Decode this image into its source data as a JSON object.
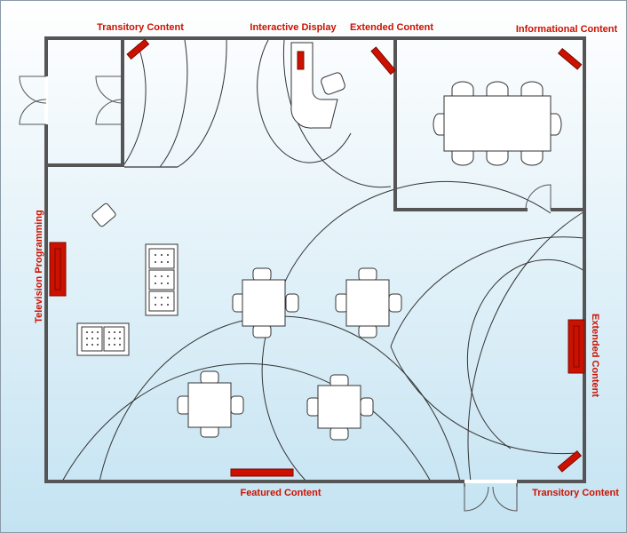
{
  "labels": {
    "transitory_top": "Transitory Content",
    "interactive_display": "Interactive Display",
    "extended_top": "Extended Content",
    "informational": "Informational Content",
    "television": "Television Programming",
    "extended_right": "Extended Content",
    "featured": "Featured Content",
    "transitory_bottom": "Transitory Content"
  },
  "colors": {
    "background_top": "#ffffff",
    "background_bottom": "#c4e3f2",
    "wall": "#555555",
    "line": "#333333",
    "screen_fill": "#cc1100",
    "screen_stroke": "#7a0a00",
    "label": "#cc1100",
    "frame": "#8a9aa6"
  }
}
